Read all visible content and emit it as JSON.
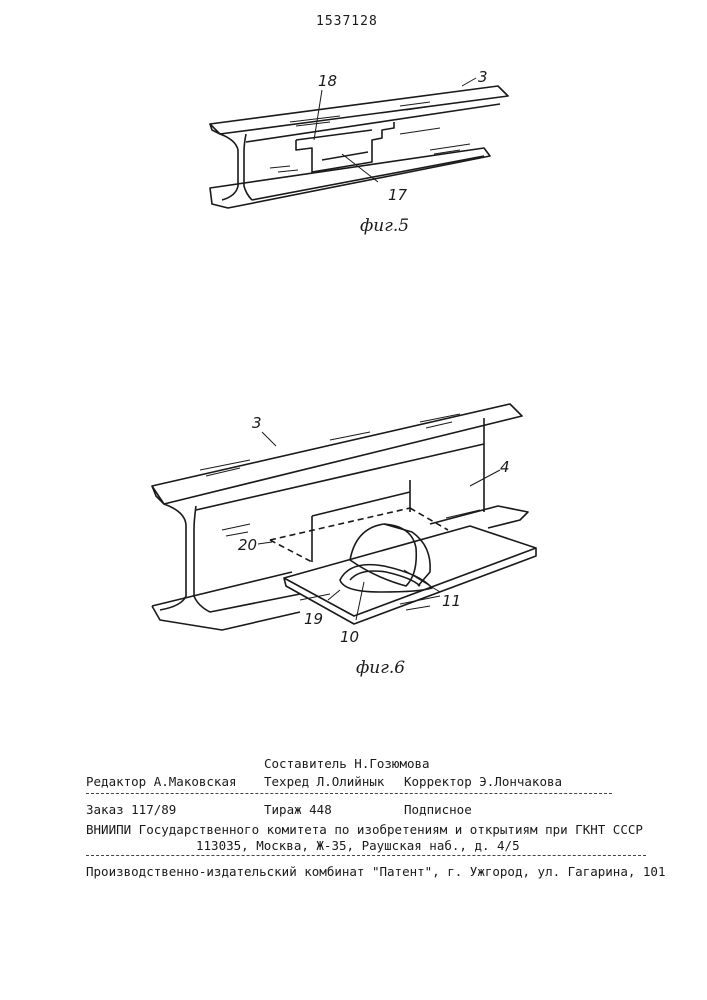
{
  "header": {
    "patent_number": "1537128"
  },
  "figure5": {
    "caption": "фиг.5",
    "labels": {
      "beam": "3",
      "notch": "18",
      "insert": "17"
    }
  },
  "figure6": {
    "caption": "фиг.6",
    "labels": {
      "beam": "3",
      "web": "4",
      "cutout": "20",
      "plate": "19",
      "loop": "10",
      "dome": "11"
    }
  },
  "colophon": {
    "compiler": "Составитель Н.Гозюмова",
    "editor": "Редактор А.Маковская",
    "techred": "Техред Л.Олийнык",
    "corrector": "Корректор Э.Лончакова",
    "order": "Заказ 117/89",
    "circulation": "Тираж 448",
    "subscription": "Подписное",
    "institute": "ВНИИПИ Государственного комитета по изобретениям и открытиям при ГКНТ СССР",
    "address": "113035, Москва, Ж-35, Раушская наб., д. 4/5",
    "publisher": "Производственно-издательский комбинат \"Патент\", г. Ужгород, ул. Гагарина, 101"
  }
}
